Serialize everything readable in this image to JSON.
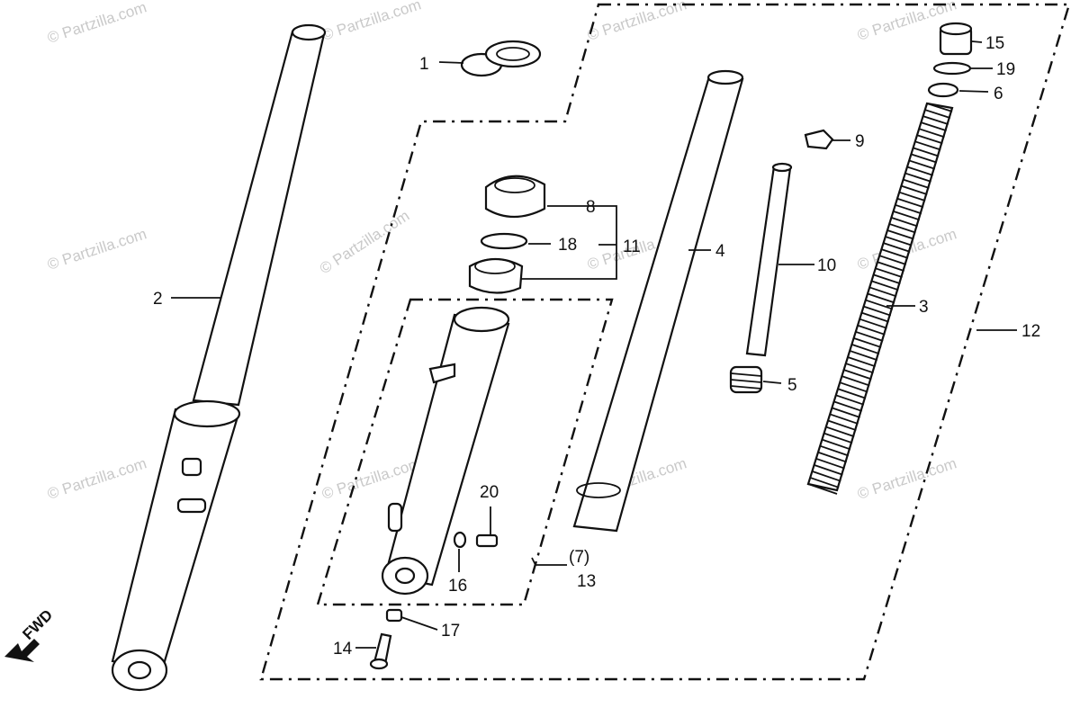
{
  "watermark": "© Partzilla.com",
  "fwd_label": "FWD",
  "callouts": {
    "c1": "1",
    "c2": "2",
    "c3": "3",
    "c4": "4",
    "c5": "5",
    "c6": "6",
    "c7": "(7)",
    "c8": "8",
    "c9": "9",
    "c10": "10",
    "c11": "11",
    "c12": "12",
    "c13": "13",
    "c14": "14",
    "c15": "15",
    "c16": "16",
    "c17": "17",
    "c18": "18",
    "c19": "19",
    "c20": "20"
  }
}
